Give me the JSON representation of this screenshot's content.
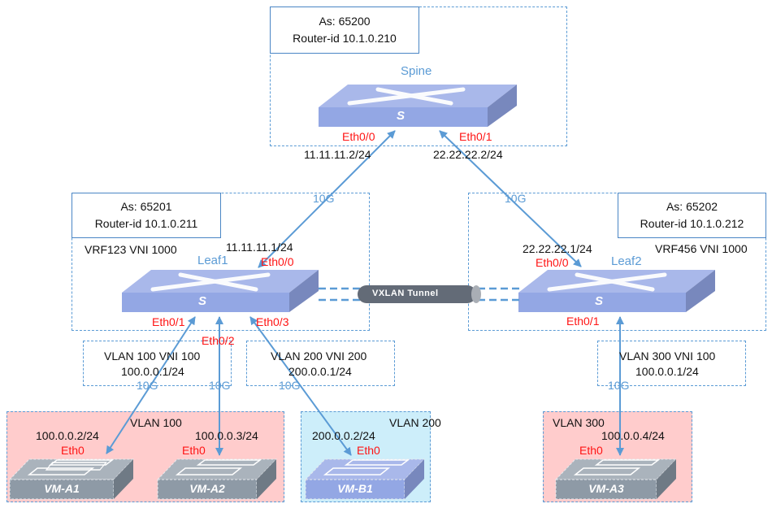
{
  "spine": {
    "as": "As: 65200",
    "router_id": "Router-id 10.1.0.210",
    "name": "Spine",
    "badge": "S",
    "ports": {
      "eth0_0": "Eth0/0",
      "eth0_1": "Eth0/1"
    },
    "ips": {
      "to_leaf1": "11.11.11.2/24",
      "to_leaf2": "22.22.22.2/24"
    }
  },
  "leaf1": {
    "as": "As: 65201",
    "router_id": "Router-id 10.1.0.211",
    "vrf": "VRF123 VNI 1000",
    "name": "Leaf1",
    "badge": "S",
    "uplink_ip": "11.11.11.1/24",
    "uplink_speed": "10G",
    "ports": {
      "eth0_0": "Eth0/0",
      "eth0_1": "Eth0/1",
      "eth0_2": "Eth0/2",
      "eth0_3": "Eth0/3"
    }
  },
  "leaf2": {
    "as": "As: 65202",
    "router_id": "Router-id 10.1.0.212",
    "vrf": "VRF456 VNI 1000",
    "name": "Leaf2",
    "badge": "S",
    "uplink_ip": "22.22.22.1/24",
    "uplink_speed": "10G",
    "ports": {
      "eth0_0": "Eth0/0",
      "eth0_1": "Eth0/1"
    }
  },
  "tunnel": {
    "label": "VXLAN Tunnel"
  },
  "vlan_boxes": [
    {
      "line1": "VLAN 100  VNI 100",
      "line2": "100.0.0.1/24"
    },
    {
      "line1": "VLAN 200  VNI 200",
      "line2": "200.0.0.1/24"
    },
    {
      "line1": "VLAN 300  VNI 100",
      "line2": "100.0.0.1/24"
    }
  ],
  "link_speeds": {
    "vm_a1": "10G",
    "vm_a2": "10G",
    "vm_b1": "10G",
    "vm_a3": "10G"
  },
  "host_groups": [
    {
      "vlan": "VLAN 100",
      "hosts": [
        {
          "name": "VM-A1",
          "ip": "100.0.0.2/24",
          "port": "Eth0"
        },
        {
          "name": "VM-A2",
          "ip": "100.0.0.3/24",
          "port": "Eth0"
        }
      ]
    },
    {
      "vlan": "VLAN 200",
      "hosts": [
        {
          "name": "VM-B1",
          "ip": "200.0.0.2/24",
          "port": "Eth0"
        }
      ]
    },
    {
      "vlan": "VLAN 300",
      "hosts": [
        {
          "name": "VM-A3",
          "ip": "100.0.0.4/24",
          "port": "Eth0"
        }
      ]
    }
  ],
  "colors": {
    "link": "#5b9bd5",
    "port_label": "#ff1414",
    "switch_top": "#a9b8ea",
    "switch_front": "#93a7e4",
    "vm_gray": "#8e9aa6",
    "vm_blue": "#93a7e4",
    "vlan100_bg": "#ffcccc",
    "vlan200_bg": "#cdeefa"
  }
}
